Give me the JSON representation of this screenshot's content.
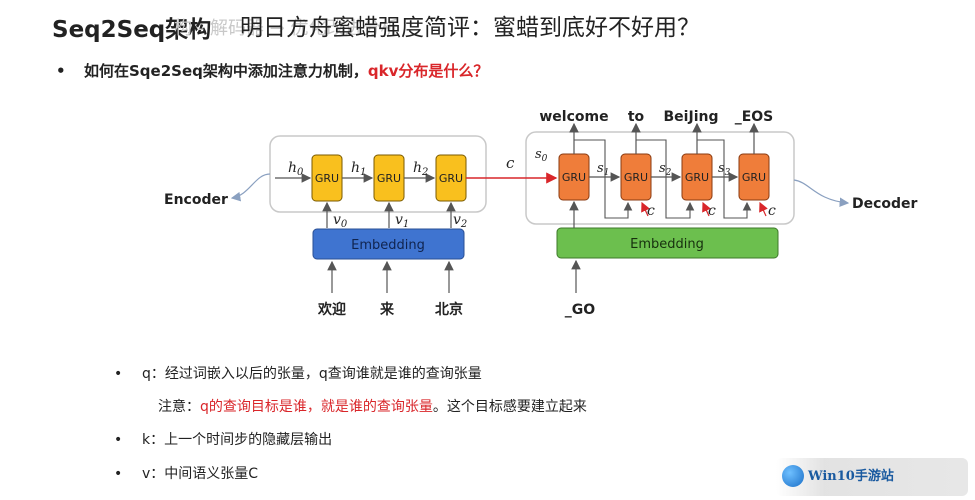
{
  "header": {
    "title_main": "Seq2Seq架构",
    "title_ghost": "构 - 解码器 → 优化改进分析",
    "title_overlay": "明日方舟蜜蜡强度简评：蜜蜡到底好不好用？"
  },
  "question": {
    "bullet": "•",
    "text": "如何在Sqe2Seq架构中添加注意力机制，",
    "highlight": "qkv分布是什么？"
  },
  "diagram": {
    "encoder_label": "Encoder",
    "decoder_label": "Decoder",
    "gru_label": "GRU",
    "embedding_label": "Embedding",
    "hidden_states": [
      "h",
      "h",
      "h"
    ],
    "hidden_subs": [
      "0",
      "1",
      "2"
    ],
    "inputs": [
      "v",
      "v",
      "v"
    ],
    "input_subs": [
      "0",
      "1",
      "2"
    ],
    "source_words": [
      "欢迎",
      "来",
      "北京"
    ],
    "context": "c",
    "decoder_states": [
      "s",
      "s",
      "s",
      "s"
    ],
    "decoder_subs": [
      "0",
      "1",
      "2",
      "3"
    ],
    "target_words": [
      "welcome",
      "to",
      "BeiJing",
      "_EOS"
    ],
    "go_token": "_GO",
    "colors": {
      "gru_encoder": "#f9c01e",
      "gru_decoder": "#ef7d3a",
      "embedding_encoder": "#3f74d0",
      "embedding_decoder": "#6cbf4e",
      "arrow_red": "#d9262a"
    }
  },
  "notes": {
    "q_bullet": "•",
    "q_text": "q：经过词嵌入以后的张量，q查询谁就是谁的查询张量",
    "q_note_prefix": "注意：",
    "q_note_red": "q的查询目标是谁，就是谁的查询张量",
    "q_note_suffix": "。这个目标感要建立起来",
    "k_bullet": "•",
    "k_text": "k：上一个时间步的隐藏层输出",
    "v_bullet": "•",
    "v_text": "v：中间语义张量C"
  },
  "watermark": {
    "text": "Win10手游站"
  }
}
